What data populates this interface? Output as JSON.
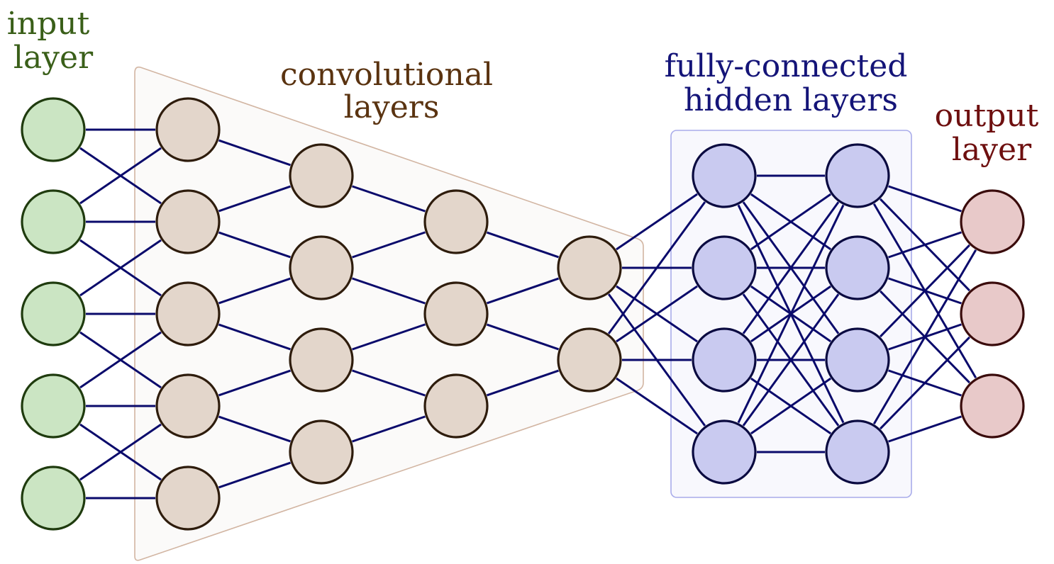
{
  "labels": {
    "input": [
      "input",
      "layer"
    ],
    "conv": [
      "convolutional",
      "layers"
    ],
    "fc": [
      "fully-connected",
      "hidden layers"
    ],
    "output": [
      "output",
      "layer"
    ]
  },
  "colors": {
    "edge": "#0a0a6b",
    "input_fill": "#cbe5c3",
    "input_stroke": "#1f3b0e",
    "input_text": "#3a5f19",
    "conv_fill": "#e3d6cb",
    "conv_stroke": "#2e1c0c",
    "conv_text": "#5a3310",
    "conv_region_fill": "#fbfaf9",
    "conv_region_stroke": "#d2b5a2",
    "fc_fill": "#c9caf0",
    "fc_stroke": "#0a0a40",
    "fc_text": "#141478",
    "fc_region_fill": "#f8f8fd",
    "fc_region_stroke": "#a9acea",
    "output_fill": "#e8c9c9",
    "output_stroke": "#3a0b0b",
    "output_text": "#6e0f0f"
  },
  "network": {
    "layers": [
      {
        "id": "input",
        "group": "input",
        "nodes": 5
      },
      {
        "id": "conv1",
        "group": "conv",
        "nodes": 5
      },
      {
        "id": "conv2",
        "group": "conv",
        "nodes": 4
      },
      {
        "id": "conv3",
        "group": "conv",
        "nodes": 3
      },
      {
        "id": "conv4",
        "group": "conv",
        "nodes": 2
      },
      {
        "id": "fc1",
        "group": "fc",
        "nodes": 4
      },
      {
        "id": "fc2",
        "group": "fc",
        "nodes": 4
      },
      {
        "id": "output",
        "group": "output",
        "nodes": 3
      }
    ],
    "connections": [
      {
        "from": "input",
        "to": "conv1",
        "pattern": "local-3"
      },
      {
        "from": "conv1",
        "to": "conv2",
        "pattern": "local-2"
      },
      {
        "from": "conv2",
        "to": "conv3",
        "pattern": "local-2"
      },
      {
        "from": "conv3",
        "to": "conv4",
        "pattern": "local-2"
      },
      {
        "from": "conv4",
        "to": "fc1",
        "pattern": "full"
      },
      {
        "from": "fc1",
        "to": "fc2",
        "pattern": "full"
      },
      {
        "from": "fc2",
        "to": "output",
        "pattern": "full"
      }
    ]
  }
}
